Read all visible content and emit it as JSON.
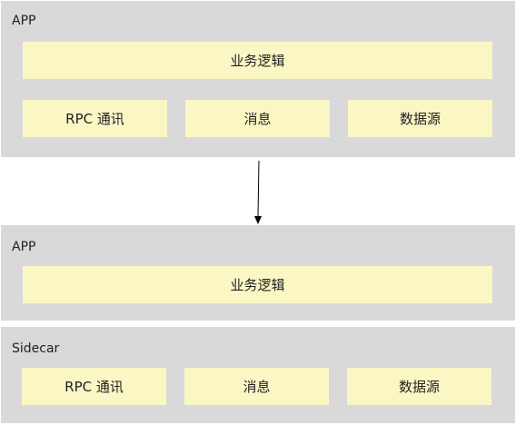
{
  "top_app": {
    "label": "APP",
    "business_logic": "业务逻辑",
    "rpc": "RPC 通讯",
    "message": "消息",
    "datasource": "数据源"
  },
  "bottom_app": {
    "label": "APP",
    "business_logic": "业务逻辑"
  },
  "sidecar": {
    "label": "Sidecar",
    "rpc": "RPC 通讯",
    "message": "消息",
    "datasource": "数据源"
  },
  "colors": {
    "panel": "#d9d9d9",
    "box": "#fbf7c5",
    "arrow": "#000000"
  }
}
